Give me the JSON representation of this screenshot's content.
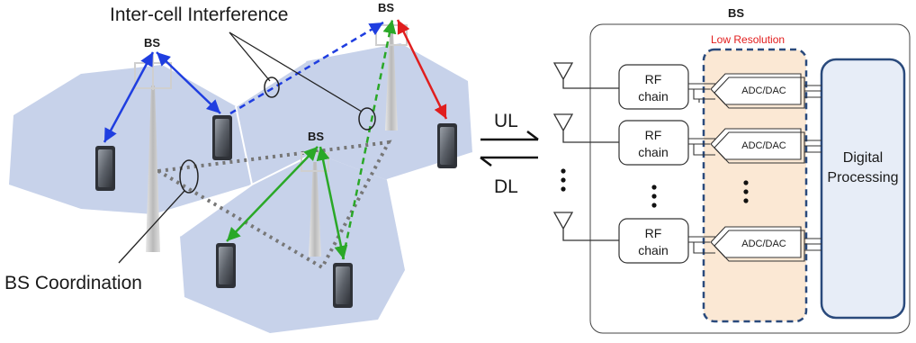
{
  "network": {
    "interference_label": "Inter-cell Interference",
    "coordination_label": "BS Coordination",
    "bs_labels": [
      "BS",
      "BS",
      "BS"
    ]
  },
  "links": {
    "uplink_label": "UL",
    "downlink_label": "DL"
  },
  "bs_block": {
    "title": "BS",
    "low_res_label": "Low Resolution",
    "rf_chains": [
      {
        "line1": "RF",
        "line2": "chain"
      },
      {
        "line1": "RF",
        "line2": "chain"
      },
      {
        "line1": "RF",
        "line2": "chain"
      }
    ],
    "adc_labels": [
      "ADC/DAC",
      "ADC/DAC",
      "ADC/DAC"
    ],
    "digital_label_line1": "Digital",
    "digital_label_line2": "Processing"
  },
  "colors": {
    "cell": "#c7d2ea",
    "blue": "#1f3ee0",
    "red": "#e01e1e",
    "green": "#2aa827",
    "coordination": "#777777",
    "low_res_box_border": "#2a4a7c",
    "low_res_fill": "#fbe8d4",
    "low_res_text": "#e21d1d",
    "digital_fill": "#e7edf7",
    "digital_border": "#2a4a7c"
  }
}
